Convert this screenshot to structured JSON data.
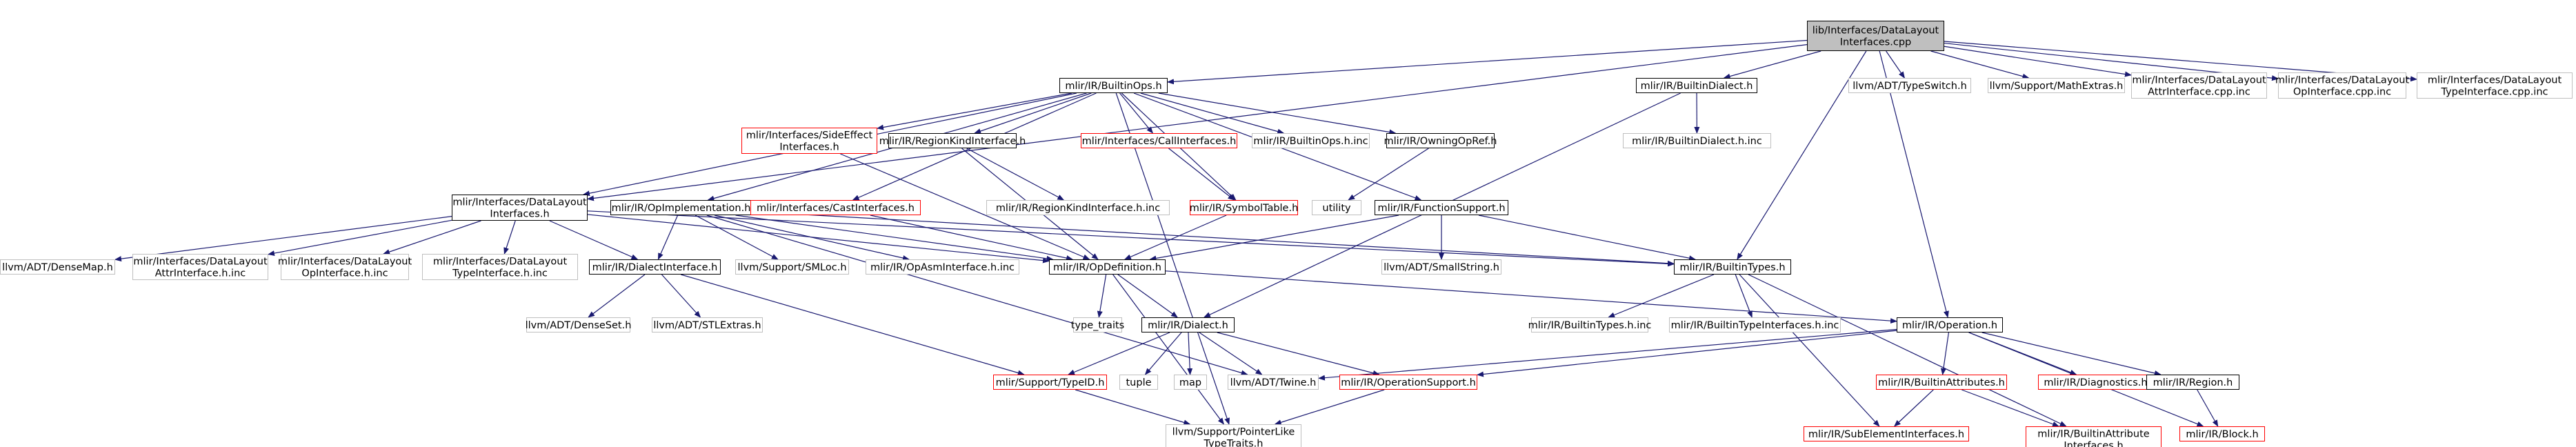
{
  "colors": {
    "root_fill": "#bfbfbf",
    "doc_border": "#000000",
    "missing_doc_border": "#ff0000",
    "external_border": "#bfbfbf",
    "edge": "#191970",
    "text": "#000000"
  },
  "nodes": [
    {
      "id": "n0",
      "lines": [
        "lib/Interfaces/DataLayout",
        "Interfaces.cpp"
      ],
      "kind": "root"
    },
    {
      "id": "n1",
      "lines": [
        "mlir/IR/BuiltinOps.h"
      ],
      "kind": "doc"
    },
    {
      "id": "n2",
      "lines": [
        "mlir/IR/BuiltinDialect.h"
      ],
      "kind": "doc"
    },
    {
      "id": "n3",
      "lines": [
        "llvm/ADT/TypeSwitch.h"
      ],
      "kind": "external"
    },
    {
      "id": "n4",
      "lines": [
        "llvm/Support/MathExtras.h"
      ],
      "kind": "external"
    },
    {
      "id": "n5",
      "lines": [
        "mlir/Interfaces/DataLayout",
        "AttrInterface.cpp.inc"
      ],
      "kind": "external"
    },
    {
      "id": "n6",
      "lines": [
        "mlir/Interfaces/DataLayout",
        "OpInterface.cpp.inc"
      ],
      "kind": "external"
    },
    {
      "id": "n7",
      "lines": [
        "mlir/Interfaces/DataLayout",
        "TypeInterface.cpp.inc"
      ],
      "kind": "external"
    },
    {
      "id": "n8",
      "lines": [
        "mlir/Interfaces/SideEffect",
        "Interfaces.h"
      ],
      "kind": "missing"
    },
    {
      "id": "n9",
      "lines": [
        "mlir/IR/RegionKindInterface.h"
      ],
      "kind": "doc"
    },
    {
      "id": "n10",
      "lines": [
        "mlir/Interfaces/CallInterfaces.h"
      ],
      "kind": "missing"
    },
    {
      "id": "n11",
      "lines": [
        "mlir/IR/BuiltinOps.h.inc"
      ],
      "kind": "external"
    },
    {
      "id": "n12",
      "lines": [
        "mlir/IR/OwningOpRef.h"
      ],
      "kind": "doc"
    },
    {
      "id": "n13",
      "lines": [
        "mlir/IR/BuiltinDialect.h.inc"
      ],
      "kind": "external"
    },
    {
      "id": "n14",
      "lines": [
        "mlir/Interfaces/DataLayout",
        "Interfaces.h"
      ],
      "kind": "doc"
    },
    {
      "id": "n15",
      "lines": [
        "mlir/IR/OpImplementation.h"
      ],
      "kind": "doc"
    },
    {
      "id": "n16",
      "lines": [
        "mlir/Interfaces/CastInterfaces.h"
      ],
      "kind": "missing"
    },
    {
      "id": "n17",
      "lines": [
        "mlir/IR/RegionKindInterface.h.inc"
      ],
      "kind": "external"
    },
    {
      "id": "n18",
      "lines": [
        "mlir/IR/SymbolTable.h"
      ],
      "kind": "missing"
    },
    {
      "id": "n19",
      "lines": [
        "utility"
      ],
      "kind": "external"
    },
    {
      "id": "n20",
      "lines": [
        "mlir/IR/FunctionSupport.h"
      ],
      "kind": "doc"
    },
    {
      "id": "n21",
      "lines": [
        "llvm/ADT/DenseMap.h"
      ],
      "kind": "external"
    },
    {
      "id": "n22",
      "lines": [
        "mlir/Interfaces/DataLayout",
        "AttrInterface.h.inc"
      ],
      "kind": "external"
    },
    {
      "id": "n23",
      "lines": [
        "mlir/Interfaces/DataLayout",
        "OpInterface.h.inc"
      ],
      "kind": "external"
    },
    {
      "id": "n24",
      "lines": [
        "mlir/Interfaces/DataLayout",
        "TypeInterface.h.inc"
      ],
      "kind": "external"
    },
    {
      "id": "n25",
      "lines": [
        "mlir/IR/DialectInterface.h"
      ],
      "kind": "doc"
    },
    {
      "id": "n26",
      "lines": [
        "llvm/Support/SMLoc.h"
      ],
      "kind": "external"
    },
    {
      "id": "n27",
      "lines": [
        "mlir/IR/OpAsmInterface.h.inc"
      ],
      "kind": "external"
    },
    {
      "id": "n28",
      "lines": [
        "mlir/IR/OpDefinition.h"
      ],
      "kind": "doc"
    },
    {
      "id": "n29",
      "lines": [
        "llvm/ADT/SmallString.h"
      ],
      "kind": "external"
    },
    {
      "id": "n30",
      "lines": [
        "mlir/IR/BuiltinTypes.h"
      ],
      "kind": "doc"
    },
    {
      "id": "n31",
      "lines": [
        "type_traits"
      ],
      "kind": "external"
    },
    {
      "id": "n32",
      "lines": [
        "llvm/ADT/DenseSet.h"
      ],
      "kind": "external"
    },
    {
      "id": "n33",
      "lines": [
        "llvm/ADT/STLExtras.h"
      ],
      "kind": "external"
    },
    {
      "id": "n34",
      "lines": [
        "mlir/IR/Dialect.h"
      ],
      "kind": "doc"
    },
    {
      "id": "n35",
      "lines": [
        "mlir/IR/BuiltinTypes.h.inc"
      ],
      "kind": "external"
    },
    {
      "id": "n36",
      "lines": [
        "mlir/IR/BuiltinTypeInterfaces.h.inc"
      ],
      "kind": "external"
    },
    {
      "id": "n37",
      "lines": [
        "mlir/IR/Operation.h"
      ],
      "kind": "doc"
    },
    {
      "id": "n38",
      "lines": [
        "mlir/Support/TypeID.h"
      ],
      "kind": "missing"
    },
    {
      "id": "n39",
      "lines": [
        "tuple"
      ],
      "kind": "external"
    },
    {
      "id": "n40",
      "lines": [
        "map"
      ],
      "kind": "external"
    },
    {
      "id": "n41",
      "lines": [
        "llvm/ADT/Twine.h"
      ],
      "kind": "external"
    },
    {
      "id": "n42",
      "lines": [
        "mlir/IR/OperationSupport.h"
      ],
      "kind": "missing"
    },
    {
      "id": "n43",
      "lines": [
        "mlir/IR/BuiltinAttributes.h"
      ],
      "kind": "missing"
    },
    {
      "id": "n44",
      "lines": [
        "mlir/IR/Diagnostics.h"
      ],
      "kind": "missing"
    },
    {
      "id": "n45",
      "lines": [
        "mlir/IR/Region.h"
      ],
      "kind": "doc"
    },
    {
      "id": "n46",
      "lines": [
        "llvm/Support/PointerLike",
        "TypeTraits.h"
      ],
      "kind": "external"
    },
    {
      "id": "n47",
      "lines": [
        "mlir/IR/SubElementInterfaces.h"
      ],
      "kind": "missing"
    },
    {
      "id": "n48",
      "lines": [
        "mlir/IR/BuiltinAttribute",
        "Interfaces.h"
      ],
      "kind": "missing"
    },
    {
      "id": "n49",
      "lines": [
        "mlir/IR/Block.h"
      ],
      "kind": "missing"
    }
  ],
  "edges": [
    [
      "n0",
      "n1"
    ],
    [
      "n0",
      "n2"
    ],
    [
      "n0",
      "n3"
    ],
    [
      "n0",
      "n4"
    ],
    [
      "n0",
      "n5"
    ],
    [
      "n0",
      "n6"
    ],
    [
      "n0",
      "n7"
    ],
    [
      "n0",
      "n14"
    ],
    [
      "n0",
      "n30"
    ],
    [
      "n0",
      "n37"
    ],
    [
      "n1",
      "n8"
    ],
    [
      "n1",
      "n9"
    ],
    [
      "n1",
      "n10"
    ],
    [
      "n1",
      "n11"
    ],
    [
      "n1",
      "n12"
    ],
    [
      "n1",
      "n14"
    ],
    [
      "n1",
      "n15"
    ],
    [
      "n1",
      "n16"
    ],
    [
      "n1",
      "n18"
    ],
    [
      "n1",
      "n20"
    ],
    [
      "n1",
      "n46"
    ],
    [
      "n2",
      "n13"
    ],
    [
      "n2",
      "n34"
    ],
    [
      "n8",
      "n28"
    ],
    [
      "n9",
      "n17"
    ],
    [
      "n9",
      "n28"
    ],
    [
      "n10",
      "n18"
    ],
    [
      "n12",
      "n19"
    ],
    [
      "n14",
      "n21"
    ],
    [
      "n14",
      "n22"
    ],
    [
      "n14",
      "n23"
    ],
    [
      "n14",
      "n24"
    ],
    [
      "n14",
      "n25"
    ],
    [
      "n14",
      "n28"
    ],
    [
      "n14",
      "n30"
    ],
    [
      "n15",
      "n25"
    ],
    [
      "n15",
      "n26"
    ],
    [
      "n15",
      "n27"
    ],
    [
      "n15",
      "n28"
    ],
    [
      "n15",
      "n30"
    ],
    [
      "n15",
      "n41"
    ],
    [
      "n16",
      "n28"
    ],
    [
      "n18",
      "n28"
    ],
    [
      "n20",
      "n28"
    ],
    [
      "n20",
      "n29"
    ],
    [
      "n20",
      "n30"
    ],
    [
      "n25",
      "n32"
    ],
    [
      "n25",
      "n33"
    ],
    [
      "n25",
      "n38"
    ],
    [
      "n28",
      "n31"
    ],
    [
      "n28",
      "n34"
    ],
    [
      "n28",
      "n37"
    ],
    [
      "n28",
      "n46"
    ],
    [
      "n30",
      "n35"
    ],
    [
      "n30",
      "n36"
    ],
    [
      "n30",
      "n47"
    ],
    [
      "n30",
      "n48"
    ],
    [
      "n34",
      "n38"
    ],
    [
      "n34",
      "n39"
    ],
    [
      "n34",
      "n40"
    ],
    [
      "n34",
      "n41"
    ],
    [
      "n34",
      "n42"
    ],
    [
      "n37",
      "n41"
    ],
    [
      "n37",
      "n42"
    ],
    [
      "n37",
      "n43"
    ],
    [
      "n37",
      "n44"
    ],
    [
      "n37",
      "n45"
    ],
    [
      "n37",
      "n49"
    ],
    [
      "n38",
      "n46"
    ],
    [
      "n42",
      "n46"
    ],
    [
      "n43",
      "n47"
    ],
    [
      "n43",
      "n48"
    ],
    [
      "n45",
      "n49"
    ]
  ]
}
